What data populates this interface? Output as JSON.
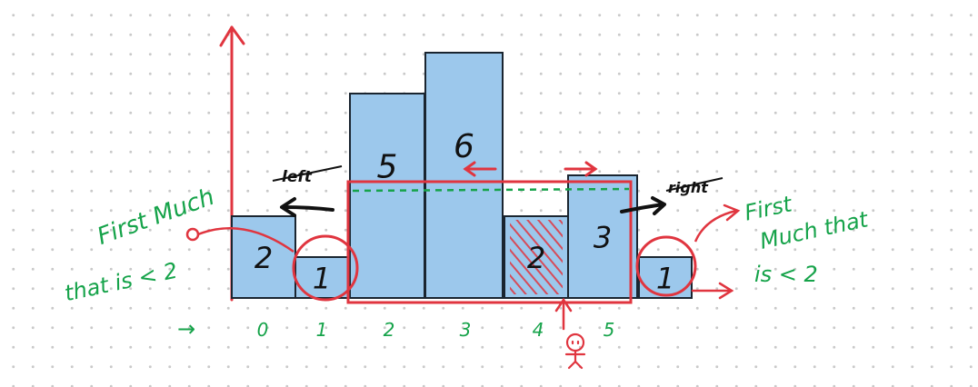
{
  "chart_data": {
    "type": "bar",
    "categories": [
      "0",
      "1",
      "2",
      "3",
      "4",
      "5",
      ""
    ],
    "values": [
      2,
      1,
      5,
      6,
      2,
      3,
      1
    ],
    "bar_labels": [
      "2",
      "1",
      "5",
      "6",
      "2",
      "3",
      "1"
    ],
    "title": "",
    "xlabel": "",
    "ylabel": "",
    "y_units_per_label": 1,
    "highlighted_index": 4,
    "circled_indices": [
      1,
      6
    ],
    "colors": {
      "bar_fill": "#9cc8ec",
      "bar_stroke": "#1a2530",
      "hatch": "#e0353f",
      "annotation_red": "#e0353f",
      "annotation_green": "#16a34a",
      "ink": "#111111",
      "water_line": "#16a34a"
    }
  },
  "annotations": {
    "left_arrow_label": "left",
    "right_arrow_label": "right",
    "left_note_line1": "First Much",
    "left_note_line2": "that is < 2",
    "right_note_line1": "First",
    "right_note_line2": "Much that",
    "right_note_line3": "is < 2",
    "person_icon": "stick-figure-icon",
    "index_arrow": "→"
  }
}
